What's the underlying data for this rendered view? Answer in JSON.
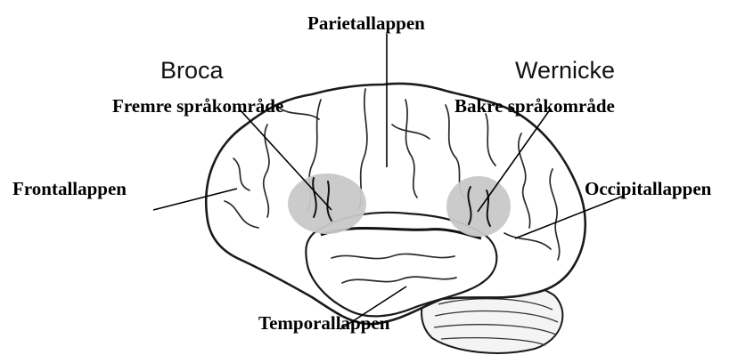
{
  "labels": {
    "parietal": "Parietallappen",
    "broca": "Broca",
    "fremre": "Fremre språkområde",
    "wernicke": "Wernicke",
    "bakre": "Bakre språkområde",
    "frontal": "Frontallappen",
    "occipital": "Occipitallappen",
    "temporal": "Temporallappen"
  },
  "colors": {
    "brain_fill": "#ffffff",
    "brain_outline": "#1a1a1a",
    "language_area": "#c8c8c8",
    "cerebellum_fill": "#f4f4f4",
    "leader_line": "#000000"
  }
}
